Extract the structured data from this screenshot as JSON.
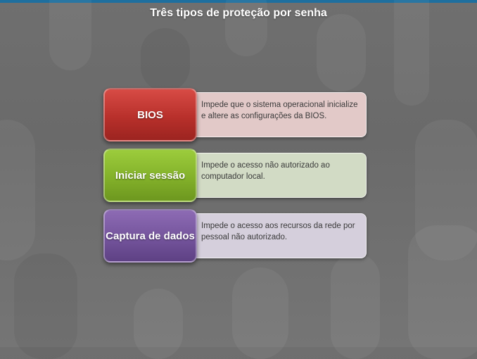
{
  "slide": {
    "title": "Três tipos de proteção por senha"
  },
  "items": [
    {
      "label": "BIOS",
      "description": "Impede que o sistema operacional inicialize e altere as configurações da BIOS.",
      "color": "#c0342f"
    },
    {
      "label": "Iniciar sessão",
      "description": "Impede o acesso não autorizado ao computador local.",
      "color": "#8ab92f"
    },
    {
      "label": "Captura de dados",
      "description": "Impede o acesso aos recursos da rede por pessoal não autorizado.",
      "color": "#7b5aa4"
    }
  ]
}
